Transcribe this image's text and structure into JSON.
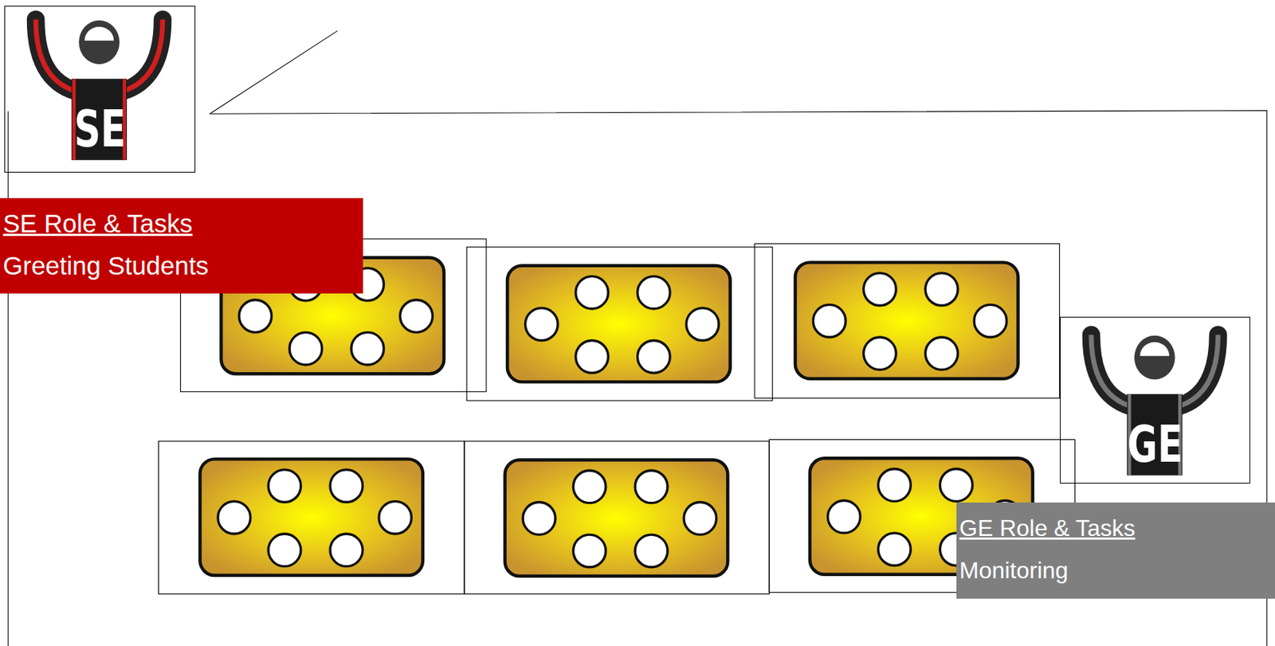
{
  "diagram": {
    "nodes": [
      {
        "text": [
          "SE"
        ]
      },
      {
        "text": [
          "SE Role & Tasks",
          "Greeting Students"
        ]
      },
      {
        "text": [
          "GE"
        ]
      },
      {
        "text": [
          "GE Role & Tasks",
          "Monitoring"
        ]
      }
    ]
  }
}
